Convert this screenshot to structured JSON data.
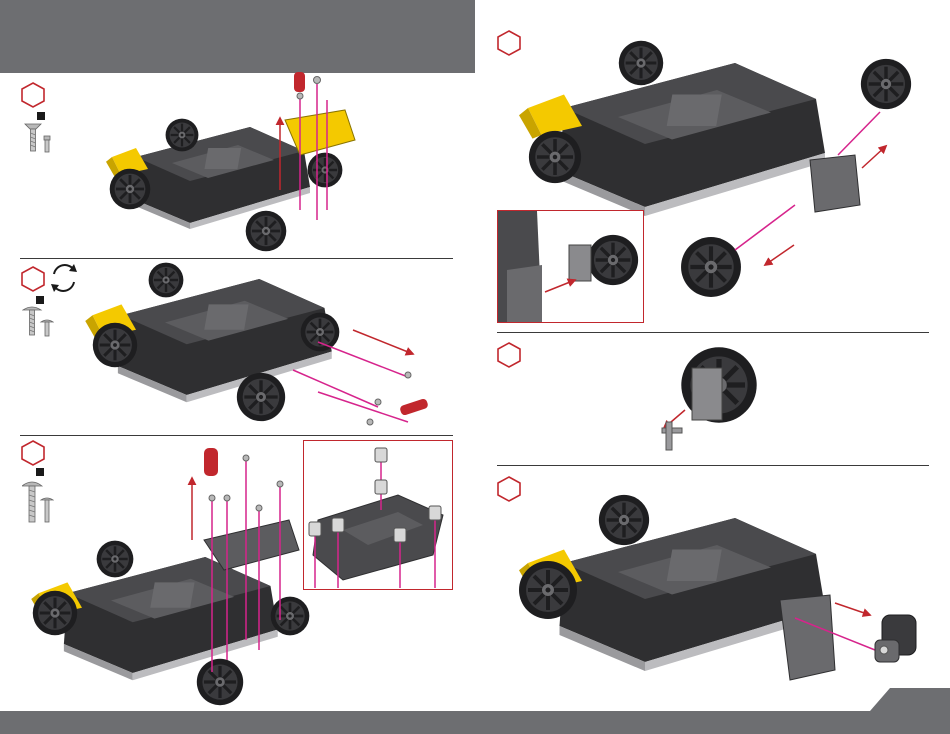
{
  "colors": {
    "header_gray": "#6d6e71",
    "accent_red": "#c1272d",
    "magenta_guide": "#d6248c",
    "chassis_dark": "#2f2f31",
    "chassis_mid": "#5c5c5f",
    "yellow_part": "#f4c900",
    "screw_gray": "#b8b8b8"
  },
  "steps": [
    {
      "id": "step-top-left",
      "icons": [
        "hex-step-marker",
        "square-icon",
        "countersunk-screw-icon"
      ]
    },
    {
      "id": "step-mid-left",
      "icons": [
        "hex-step-marker",
        "rotate-icon",
        "square-icon",
        "pan-head-screw-icon"
      ]
    },
    {
      "id": "step-bottom-left",
      "icons": [
        "hex-step-marker",
        "square-icon",
        "pan-head-screw-icon"
      ]
    },
    {
      "id": "step-top-right",
      "icons": [
        "hex-step-marker"
      ]
    },
    {
      "id": "step-mid-right",
      "icons": [
        "hex-step-marker"
      ]
    },
    {
      "id": "step-bottom-right",
      "icons": [
        "hex-step-marker"
      ]
    }
  ]
}
